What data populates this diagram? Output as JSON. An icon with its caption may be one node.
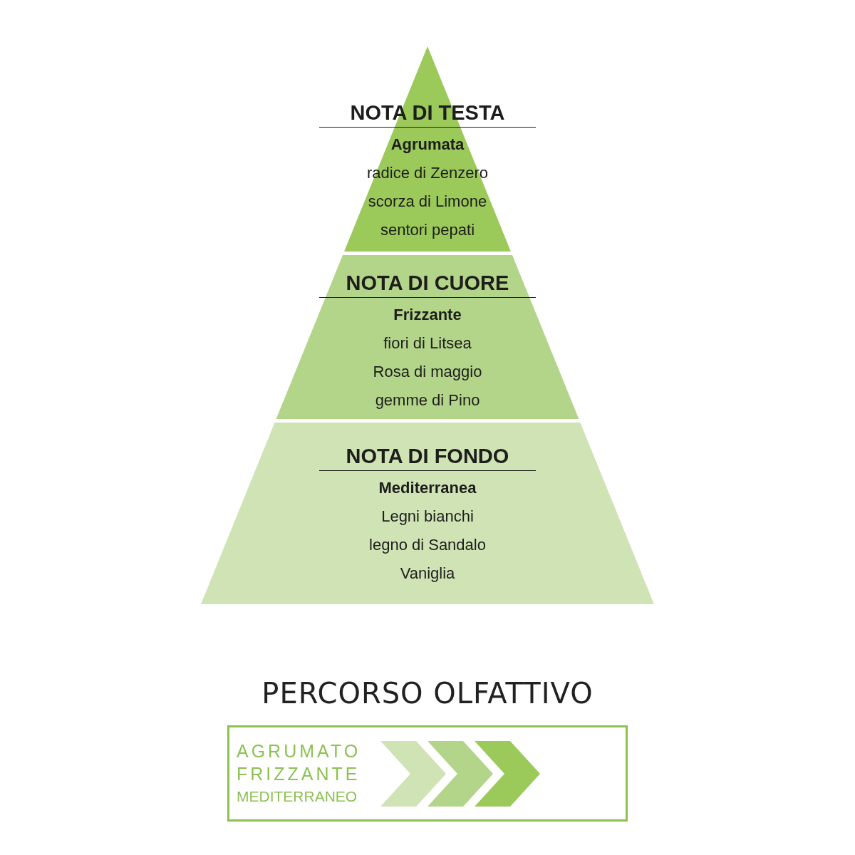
{
  "diagram": {
    "nodes": [
      {
        "text": [
          "NOTA DI TESTA",
          "Agrumata",
          "radice di Zenzero",
          "scorza di Limone",
          "sentori pepati"
        ]
      },
      {
        "text": [
          "NOTA DI CUORE",
          "Frizzante",
          "fiori di Litsea",
          "Rosa di maggio",
          "gemme di Pino"
        ]
      },
      {
        "text": [
          "NOTA DI FONDO",
          "Mediterranea",
          "Legni bianchi",
          "legno di Sandalo",
          "Vaniglia"
        ]
      },
      {
        "text": [
          "AGRUMATO",
          "FRIZZANTE",
          "MEDITERRANEO"
        ]
      }
    ],
    "labels": [
      "PERCORSO OLFATTIVO"
    ]
  }
}
